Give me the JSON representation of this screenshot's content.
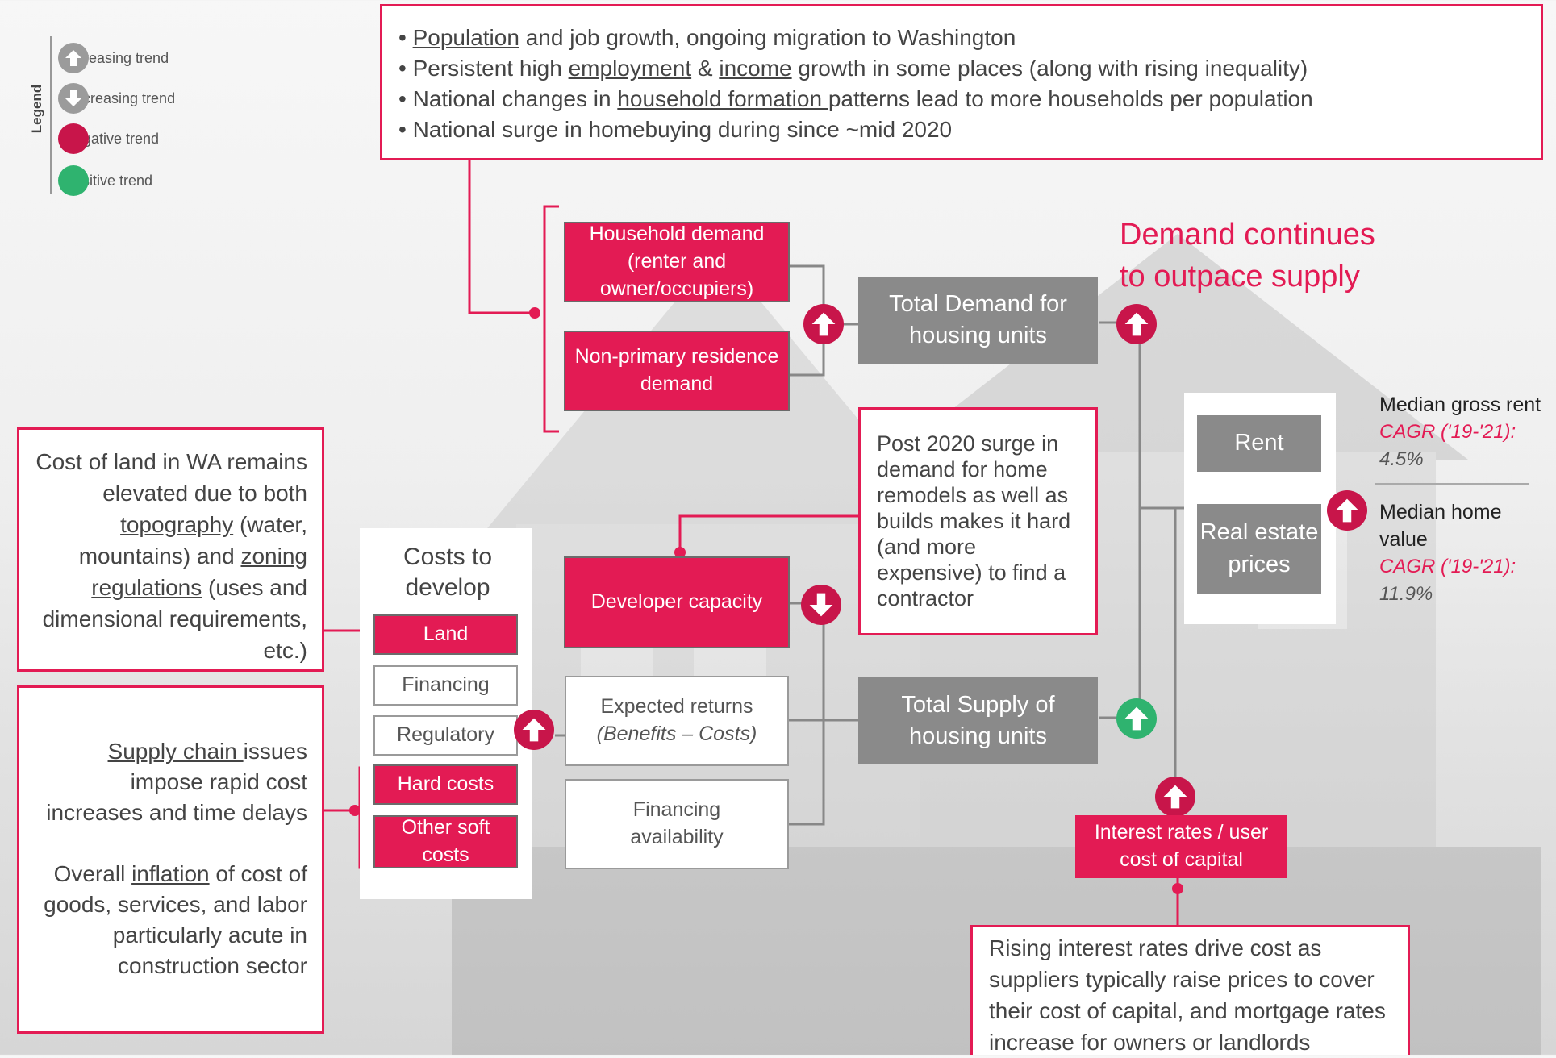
{
  "legend": {
    "title": "Legend",
    "items": [
      {
        "label": "Increasing trend",
        "icon": "up-arrow-icon"
      },
      {
        "label": "Decreasing trend",
        "icon": "down-arrow-icon"
      },
      {
        "label": "Negative trend",
        "color": "#c8154a"
      },
      {
        "label": "Positive trend",
        "color": "#2fb36f"
      }
    ]
  },
  "top_box": {
    "bullets": [
      {
        "u": "Population",
        "rest": " and job growth, ongoing migration to Washington"
      },
      {
        "pre": "Persistent high ",
        "u": "employment",
        "mid": " & ",
        "u2": "income",
        "rest": " growth in some places (along with rising inequality)"
      },
      {
        "pre": "National changes in ",
        "u": "household formation ",
        "rest": "patterns lead to more households per population"
      },
      {
        "pre": "National surge in homebuying during since ~mid 2020"
      }
    ]
  },
  "demand": {
    "household": "Household demand (renter and owner/occupiers)",
    "nonprimary": "Non-primary residence demand",
    "total": "Total Demand for housing units",
    "headline": "Demand continues to outpace supply"
  },
  "land_box": {
    "l1": "Cost of land in WA remains elevated due to both ",
    "u1": "topography",
    "l2": " (water, mountains) and ",
    "u2": "zoning regulations",
    "l3": " (uses and dimensional requirements, etc.)"
  },
  "supply_box": {
    "p1_u": "Supply chain ",
    "p1": "issues impose rapid cost increases and time delays",
    "p2_pre": "Overall ",
    "p2_u": "inflation",
    "p2": " of cost of goods, services, and labor particularly acute in construction sector"
  },
  "costs": {
    "title": "Costs to develop",
    "items": [
      "Land",
      "Financing",
      "Regulatory",
      "Hard costs",
      "Other soft costs"
    ]
  },
  "supply": {
    "developer": "Developer capacity",
    "returns_1": "Expected returns",
    "returns_2": "(Benefits – Costs)",
    "financing": "Financing availability",
    "total": "Total Supply of housing units"
  },
  "remodel_box": "Post 2020 surge in demand for home remodels as well as builds makes it hard (and more expensive) to find a contractor",
  "prices": {
    "rent": "Rent",
    "realestate": "Real estate prices",
    "rent_title": "Median gross rent",
    "rent_cagr_label": "CAGR ('19-'21):",
    "rent_cagr": "4.5%",
    "home_title": "Median home value",
    "home_cagr_label": "CAGR ('19-'21):",
    "home_cagr": "11.9%"
  },
  "interest": {
    "box": "Interest rates / user cost of capital",
    "note": "Rising interest rates drive cost as suppliers typically raise prices to cover their cost of capital, and mortgage rates increase for owners or landlords"
  },
  "colors": {
    "accent": "#e31b54",
    "negative": "#c8154a",
    "positive": "#2fb36f",
    "gray_box": "#8a8a8a"
  }
}
